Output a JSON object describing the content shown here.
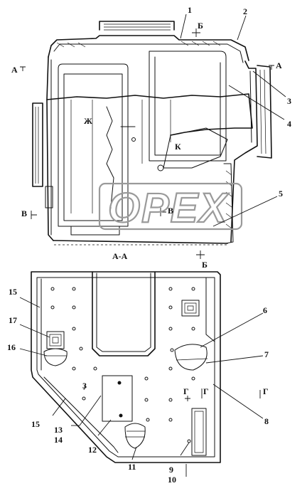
{
  "watermark": "OPEX",
  "section_title": "А-А",
  "view_markers": {
    "a_left": "А",
    "a_right": "А",
    "b_top": "Б",
    "b_bottom": "Б",
    "v_left": "В",
    "v_mid": "В",
    "zh": "Ж",
    "k": "К",
    "g_left": "Г",
    "g_mid": "Г",
    "g_right": "Г"
  },
  "callouts": {
    "c1": "1",
    "c2": "2",
    "c3": "3",
    "c4": "4",
    "c5": "5",
    "c6": "6",
    "c7": "7",
    "c8": "8",
    "c9": "9",
    "c10": "10",
    "c11": "11",
    "c12": "12",
    "c13": "13",
    "c14": "14",
    "c15a": "15",
    "c15b": "15",
    "c16": "16",
    "c17": "17",
    "c3b": "3"
  }
}
